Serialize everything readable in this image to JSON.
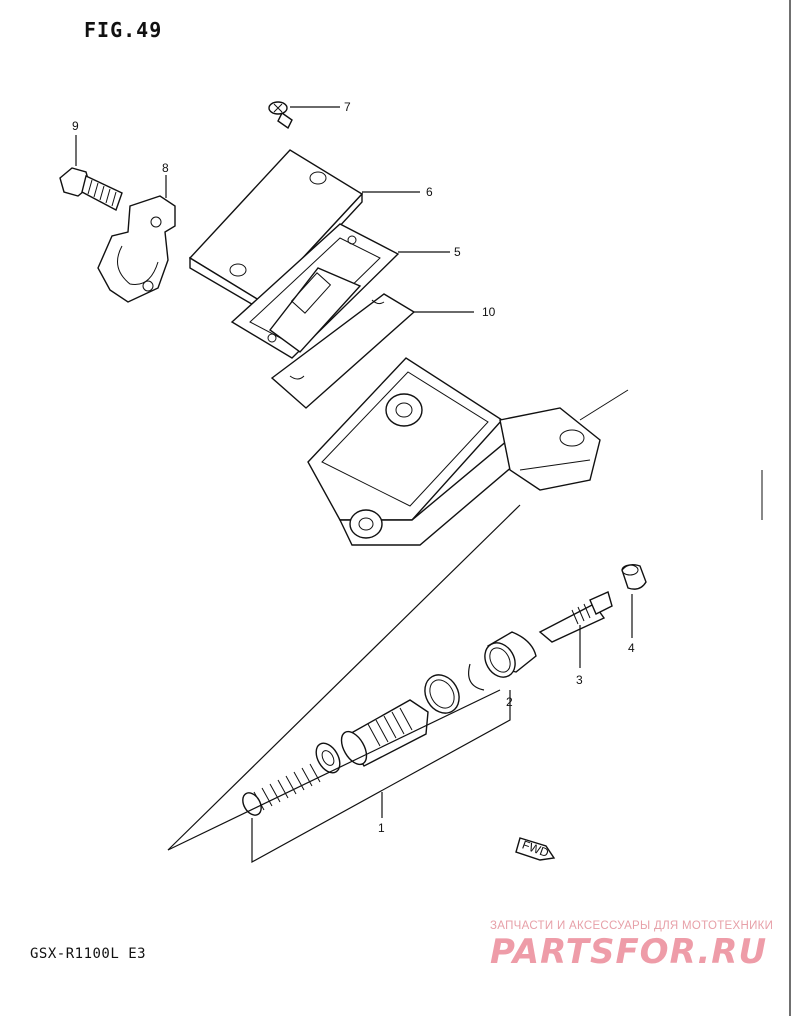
{
  "figure": {
    "title": "FIG.49",
    "model": "GSX-R1100L E3"
  },
  "callouts": [
    "1",
    "2",
    "3",
    "4",
    "5",
    "6",
    "7",
    "8",
    "9",
    "10"
  ],
  "fwd_label": "FWD",
  "watermark": {
    "tagline": "ЗАПЧАСТИ И АКСЕССУАРЫ ДЛЯ МОТОТЕХНИКИ",
    "logo": "PARTSFOR.RU"
  }
}
